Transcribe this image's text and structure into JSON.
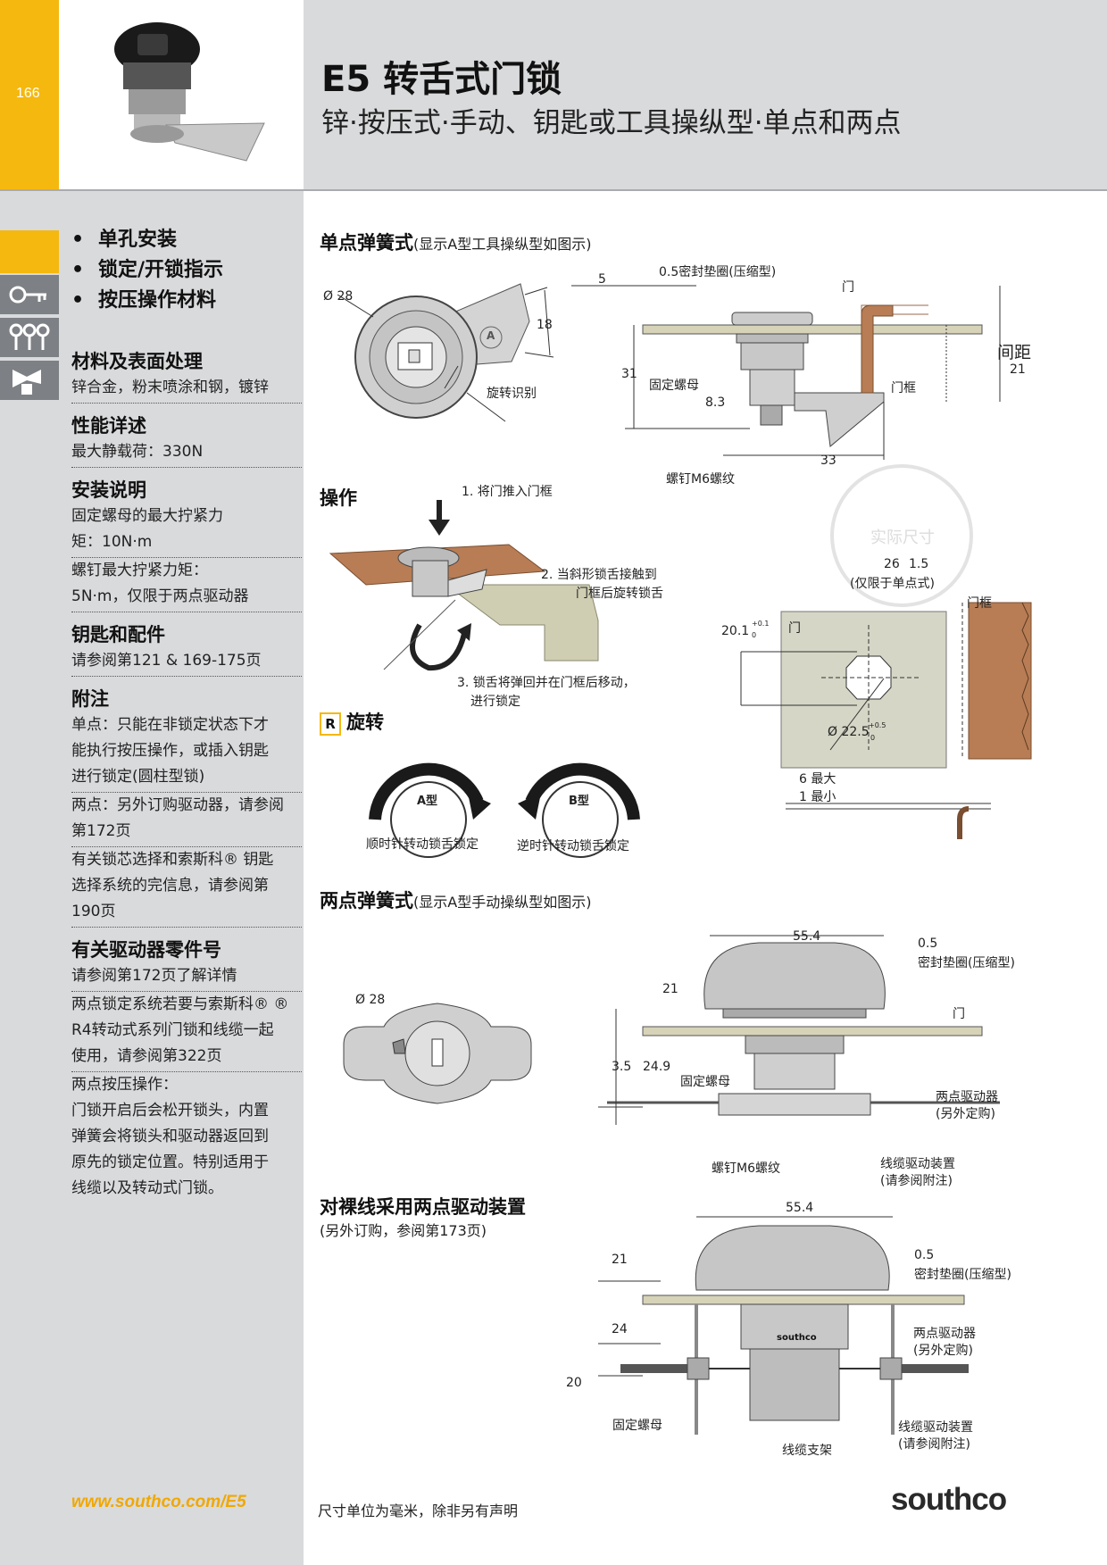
{
  "header": {
    "page_number": "166",
    "title": "E5 转舌式门锁",
    "subtitle": "锌·按压式·手动、钥匙或工具操纵型·单点和两点"
  },
  "features": [
    "单孔安装",
    "锁定/开锁指示",
    "按压操作材料"
  ],
  "sections": [
    {
      "heading": "材料及表面处理",
      "texts": [
        [
          "锌合金，粉末喷涂和钢，镀锌"
        ]
      ]
    },
    {
      "heading": "性能详述",
      "texts": [
        [
          "最大静载荷：330N"
        ]
      ]
    },
    {
      "heading": "安装说明",
      "texts": [
        [
          "固定螺母的最大拧紧力",
          "矩：10N·m"
        ],
        [
          "螺钉最大拧紧力矩：",
          "5N·m，仅限于两点驱动器"
        ]
      ]
    },
    {
      "heading": "钥匙和配件",
      "texts": [
        [
          "请参阅第121 & 169-175页"
        ]
      ]
    },
    {
      "heading": "附注",
      "texts": [
        [
          "单点：只能在非锁定状态下才",
          "能执行按压操作，或插入钥匙",
          "进行锁定(圆柱型锁)"
        ],
        [
          "两点：另外订购驱动器，请参阅",
          "第172页"
        ],
        [
          "有关锁芯选择和索斯科® 钥匙",
          "选择系统的完信息，请参阅第",
          "190页"
        ]
      ]
    },
    {
      "heading": "有关驱动器零件号",
      "texts": [
        [
          "请参阅第172页了解详情"
        ],
        [
          "两点锁定系统若要与索斯科® ®",
          "R4转动式系列门锁和线缆一起",
          "使用，请参阅第322页"
        ],
        [
          "两点按压操作：",
          "门锁开启后会松开锁头，内置",
          "弹簧会将锁头和驱动器返回到",
          "原先的锁定位置。特别适用于",
          "线缆以及转动式门锁。"
        ]
      ]
    }
  ],
  "single_point": {
    "heading": "单点弹簧式",
    "heading_note": "(显示A型工具操纵型如图示)",
    "dim_diameter": "Ø 28",
    "dim_18": "18",
    "rotation_mark": "旋转识别",
    "badge_letter": "A",
    "dim_5": "5",
    "seal": "0.5密封垫圈(压缩型)",
    "door": "门",
    "gap": "间距",
    "dim_21": "21",
    "dim_31": "31",
    "nut": "固定螺母",
    "frame": "门框",
    "dim_8_3": "8.3",
    "dim_33": "33",
    "screw": "螺钉M6螺纹"
  },
  "operation": {
    "heading": "操作",
    "step1": "1. 将门推入门框",
    "step2_a": "2. 当斜形锁舌接触到",
    "step2_b": "门框后旋转锁舌",
    "step3_a": "3. 锁舌将弹回并在门框后移动，",
    "step3_b": "进行锁定"
  },
  "rotation": {
    "badge": "R",
    "heading": "旋转",
    "type_a": "A型",
    "type_b": "B型",
    "caption_a": "顺时针转动锁舌锁定",
    "caption_b": "逆时针转动锁舌锁定"
  },
  "cutout": {
    "stamp": "实际尺寸",
    "dim_26": "26",
    "dim_1_5": "1.5",
    "note": "(仅限于单点式)",
    "frame": "门框",
    "door": "门",
    "dim_20_1": "20.1",
    "tol_20_1_up": "+0.1",
    "tol_20_1_low": "0",
    "dim_22_5": "Ø 22.5",
    "tol_22_5_up": "+0.5",
    "tol_22_5_low": "0",
    "max": "6 最大",
    "min": "1 最小"
  },
  "two_point": {
    "heading": "两点弹簧式",
    "heading_note": "(显示A型手动操纵型如图示)",
    "dim_diameter": "Ø 28",
    "dim_55_4": "55.4",
    "dim_0_5": "0.5",
    "seal": "密封垫圈(压缩型)",
    "door": "门",
    "dim_21": "21",
    "dim_3_5": "3.5",
    "dim_24_9": "24.9",
    "nut": "固定螺母",
    "actuator_a": "两点驱动器",
    "actuator_b": "(另外定购)",
    "screw": "螺钉M6螺纹",
    "cable_a": "线缆驱动装置",
    "cable_b": "(请参阅附注)"
  },
  "bare_wire": {
    "heading": "对裸线采用两点驱动装置",
    "note": "(另外订购，参阅第173页)",
    "dim_55_4": "55.4",
    "dim_21": "21",
    "dim_0_5": "0.5",
    "seal": "密封垫圈(压缩型)",
    "dim_24": "24",
    "actuator_a": "两点驱动器",
    "actuator_b": "(另外定购)",
    "dim_20": "20",
    "nut": "固定螺母",
    "cable_a": "线缆驱动装置",
    "cable_b": "(请参阅附注)",
    "bracket": "线缆支架",
    "brand_mark": "southco"
  },
  "footer": {
    "website": "www.southco.com/E5",
    "note": "尺寸单位为毫米，除非另有声明",
    "logo": "southco"
  },
  "colors": {
    "accent": "#f5b80f",
    "panel": "#d9dadc",
    "wood": "#b87d55",
    "frame": "#cfcdb2"
  }
}
